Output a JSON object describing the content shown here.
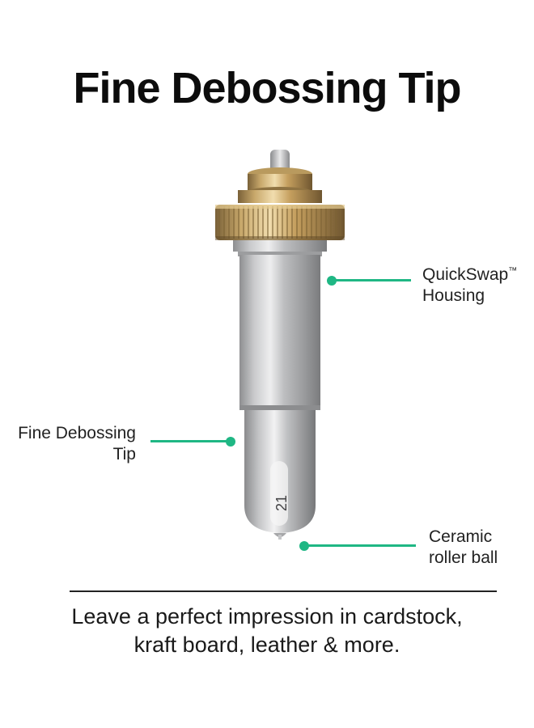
{
  "title": "Fine Debossing Tip",
  "callouts": {
    "housing": {
      "line1": "QuickSwap",
      "trademark": "™",
      "line2": "Housing"
    },
    "tip": {
      "line1": "Fine Debossing",
      "line2": "Tip"
    },
    "roller": {
      "line1": "Ceramic",
      "line2": "roller ball"
    }
  },
  "product": {
    "engraved_number": "21"
  },
  "tagline": {
    "line1": "Leave a perfect impression in cardstock,",
    "line2": "kraft board, leather & more."
  },
  "colors": {
    "accent": "#1fb784",
    "text": "#111111",
    "background": "#ffffff"
  }
}
